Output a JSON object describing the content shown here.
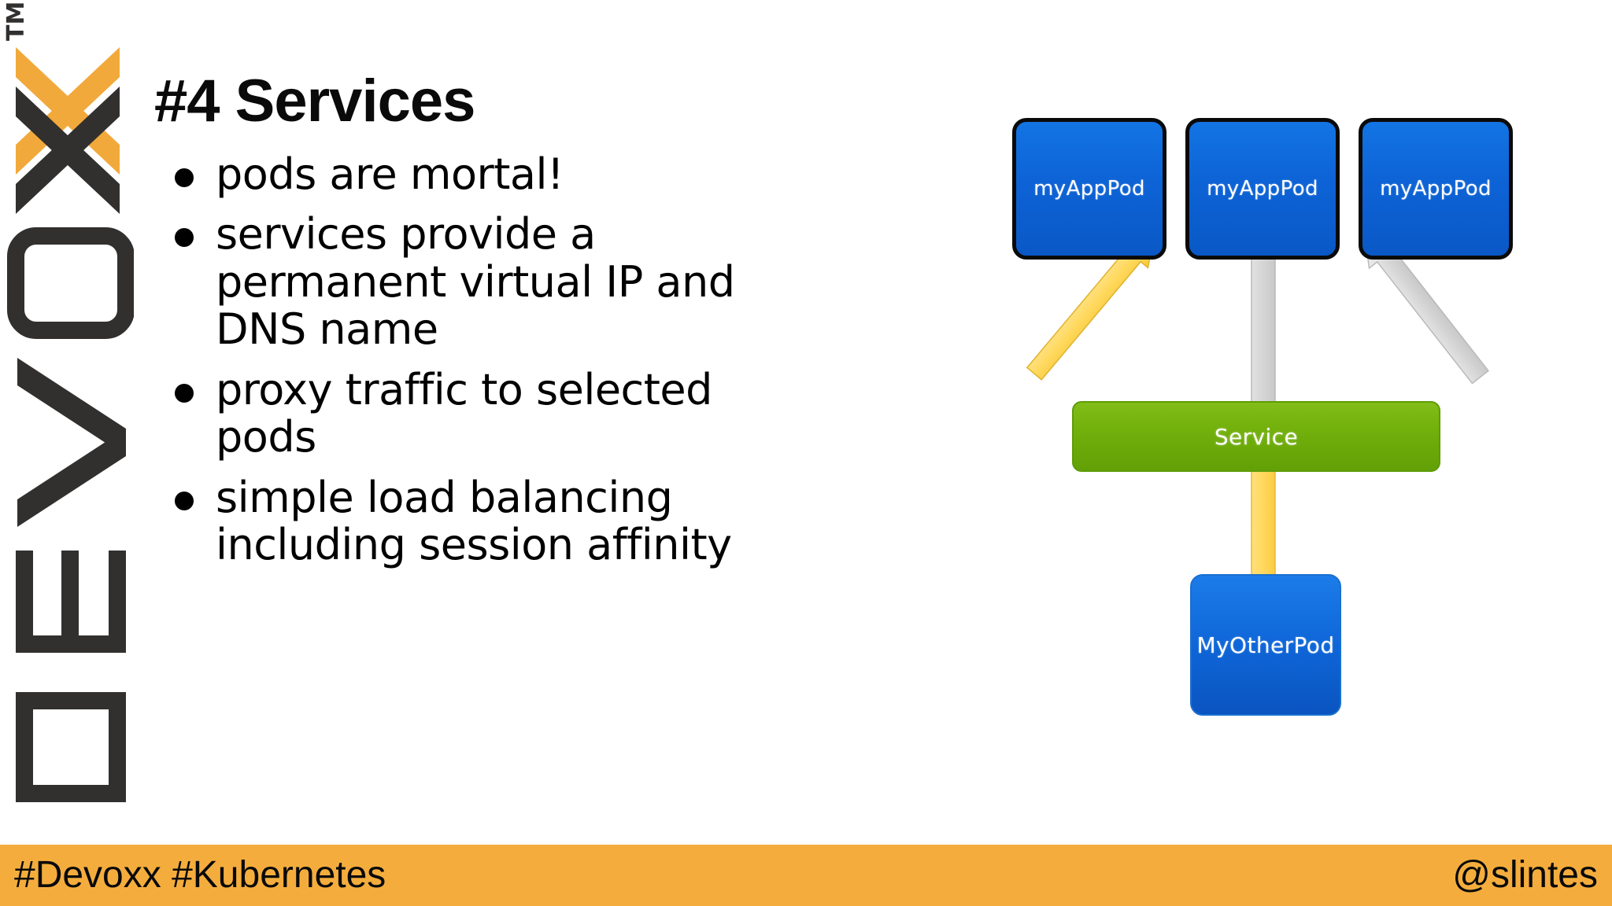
{
  "slide": {
    "title": "#4 Services",
    "background_color": "#ffffff"
  },
  "logo": {
    "name": "Devoxx",
    "letters": "DEVOXX",
    "trademark": "TM",
    "accent_color": "#f2a93b",
    "dark_color": "#32302f"
  },
  "bullets": [
    {
      "text": "pods are mortal!"
    },
    {
      "text": "services provide a permanent virtual IP and DNS name"
    },
    {
      "text": "proxy traffic to selected pods"
    },
    {
      "text": "simple load balancing including session affinity"
    }
  ],
  "diagram": {
    "pods": [
      {
        "label": "myAppPod"
      },
      {
        "label": "myAppPod"
      },
      {
        "label": "myAppPod"
      }
    ],
    "service": {
      "label": "Service",
      "color": "#72b00c"
    },
    "client_pod": {
      "label": "MyOtherPod",
      "color": "#0f66d8"
    },
    "arrows": [
      {
        "from": "service",
        "to": "pod-1",
        "color": "#ffdf6e"
      },
      {
        "from": "service",
        "to": "pod-2",
        "color": "#cfcfcf"
      },
      {
        "from": "service",
        "to": "pod-3",
        "color": "#cfcfcf"
      },
      {
        "from": "client-pod",
        "to": "service",
        "color": "#ffdf6e"
      }
    ]
  },
  "footer": {
    "hashtags": "#Devoxx #Kubernetes",
    "handle": "@slintes",
    "background_color": "#f4ad3d"
  }
}
